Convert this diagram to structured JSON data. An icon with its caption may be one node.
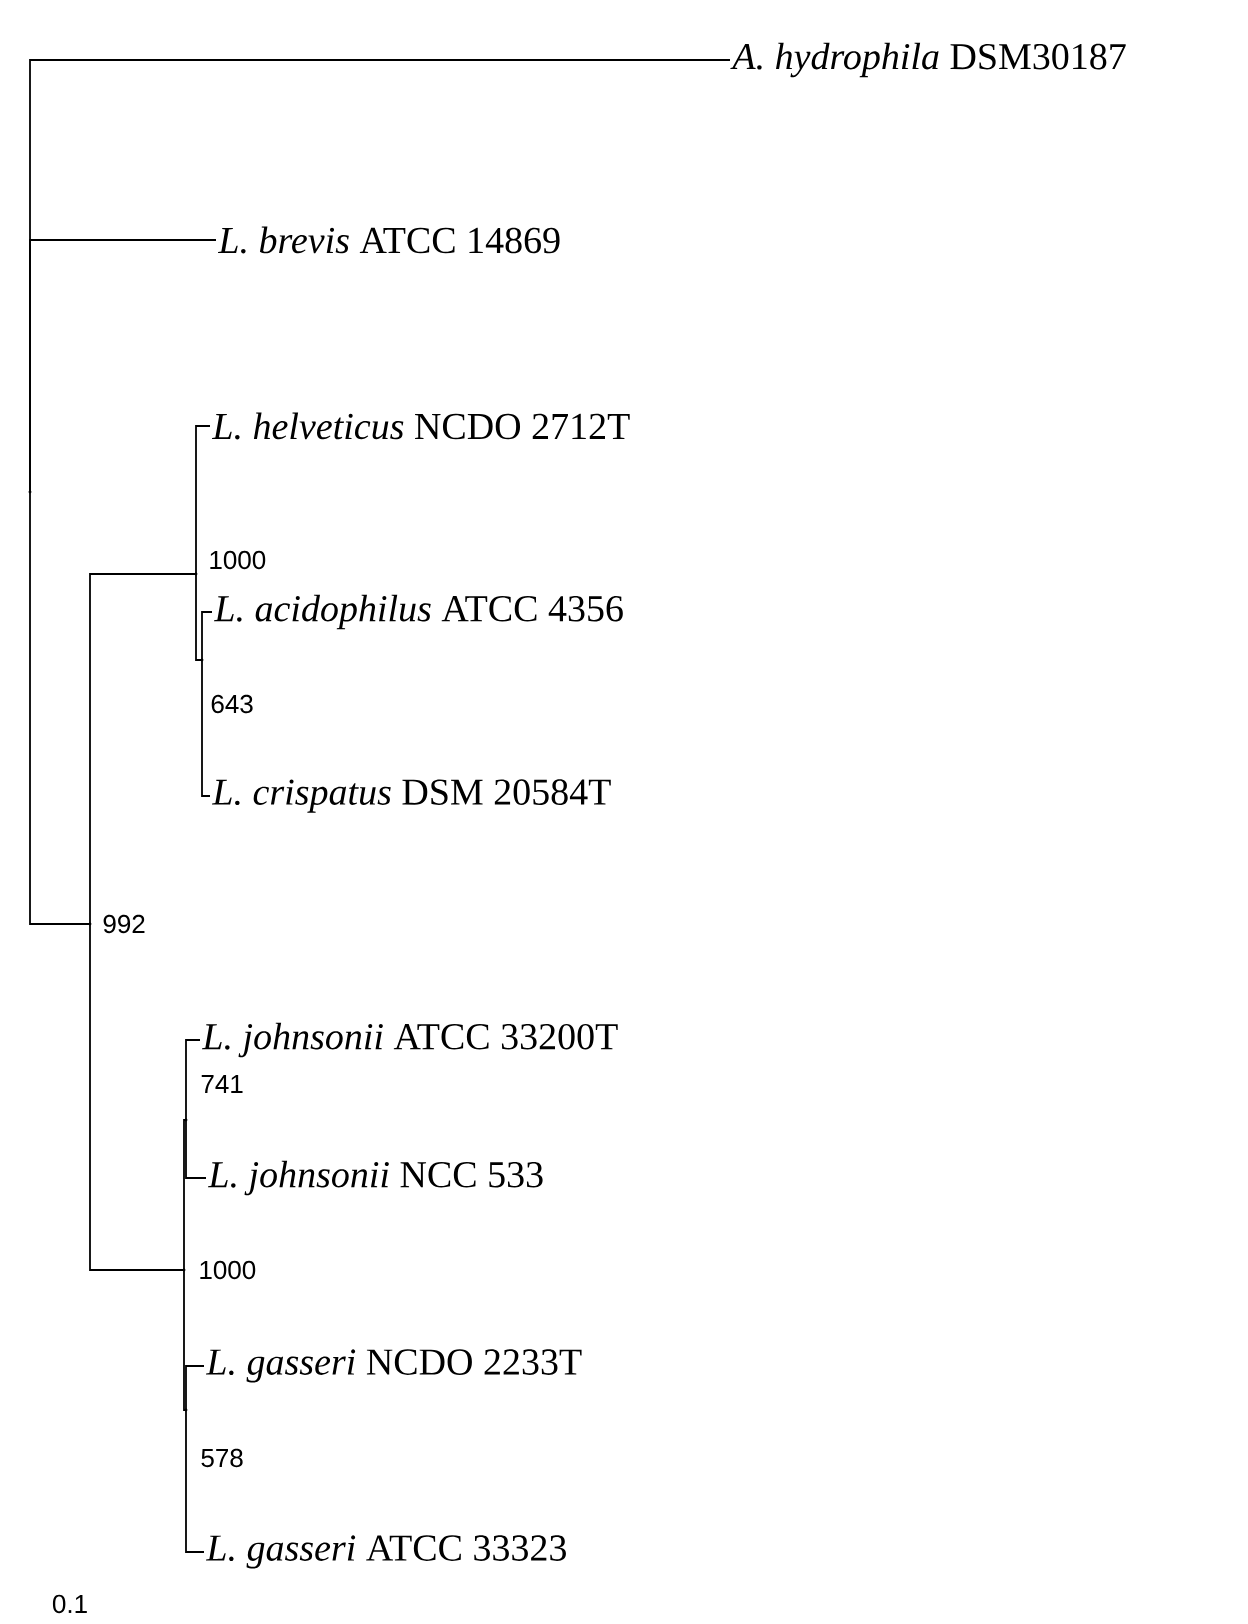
{
  "diagram": {
    "nodes": [
      {
        "text": [],
        "shape": "point"
      },
      {
        "text": [
          "*A. hydrophila* DSM30187"
        ]
      },
      {
        "text": [
          "*L. brevis* ATCC 14869"
        ]
      },
      {
        "text": [],
        "shape": "point",
        "beside": [
          "992"
        ]
      },
      {
        "text": [],
        "shape": "point",
        "beside": [
          "1000"
        ]
      },
      {
        "text": [
          "*L. helveticus* NCDO 2712T"
        ]
      },
      {
        "text": [],
        "shape": "point",
        "beside": [
          "643"
        ]
      },
      {
        "text": [
          "*L. acidophilus* ATCC 4356"
        ]
      },
      {
        "text": [
          "*L. crispatus* DSM 20584T"
        ]
      },
      {
        "text": [],
        "shape": "point",
        "beside": [
          "1000"
        ]
      },
      {
        "text": [],
        "shape": "point",
        "beside": [
          "741"
        ]
      },
      {
        "text": [
          "*L. johnsonii* ATCC 33200T"
        ]
      },
      {
        "text": [
          "*L. johnsonii* NCC 533"
        ]
      },
      {
        "text": [],
        "shape": "point",
        "beside": [
          "578"
        ]
      },
      {
        "text": [
          "*L. gasseri* NCDO 2233T"
        ]
      },
      {
        "text": [
          "*L. gasseri* ATCC 33323"
        ]
      }
    ],
    "edges": [
      {
        "from": 0,
        "to": 1,
        "arrow": "none"
      },
      {
        "from": 0,
        "to": 2,
        "arrow": "none"
      },
      {
        "from": 0,
        "to": 3,
        "arrow": "none"
      },
      {
        "from": 3,
        "to": 4,
        "arrow": "none"
      },
      {
        "from": 4,
        "to": 5,
        "arrow": "none"
      },
      {
        "from": 4,
        "to": 6,
        "arrow": "none"
      },
      {
        "from": 6,
        "to": 7,
        "arrow": "none"
      },
      {
        "from": 6,
        "to": 8,
        "arrow": "none"
      },
      {
        "from": 3,
        "to": 9,
        "arrow": "none"
      },
      {
        "from": 9,
        "to": 10,
        "arrow": "none"
      },
      {
        "from": 10,
        "to": 11,
        "arrow": "none"
      },
      {
        "from": 10,
        "to": 12,
        "arrow": "none"
      },
      {
        "from": 9,
        "to": 13,
        "arrow": "none"
      },
      {
        "from": 13,
        "to": 14,
        "arrow": "none"
      },
      {
        "from": 13,
        "to": 15,
        "arrow": "none"
      }
    ],
    "labels": [
      "0.1"
    ]
  }
}
